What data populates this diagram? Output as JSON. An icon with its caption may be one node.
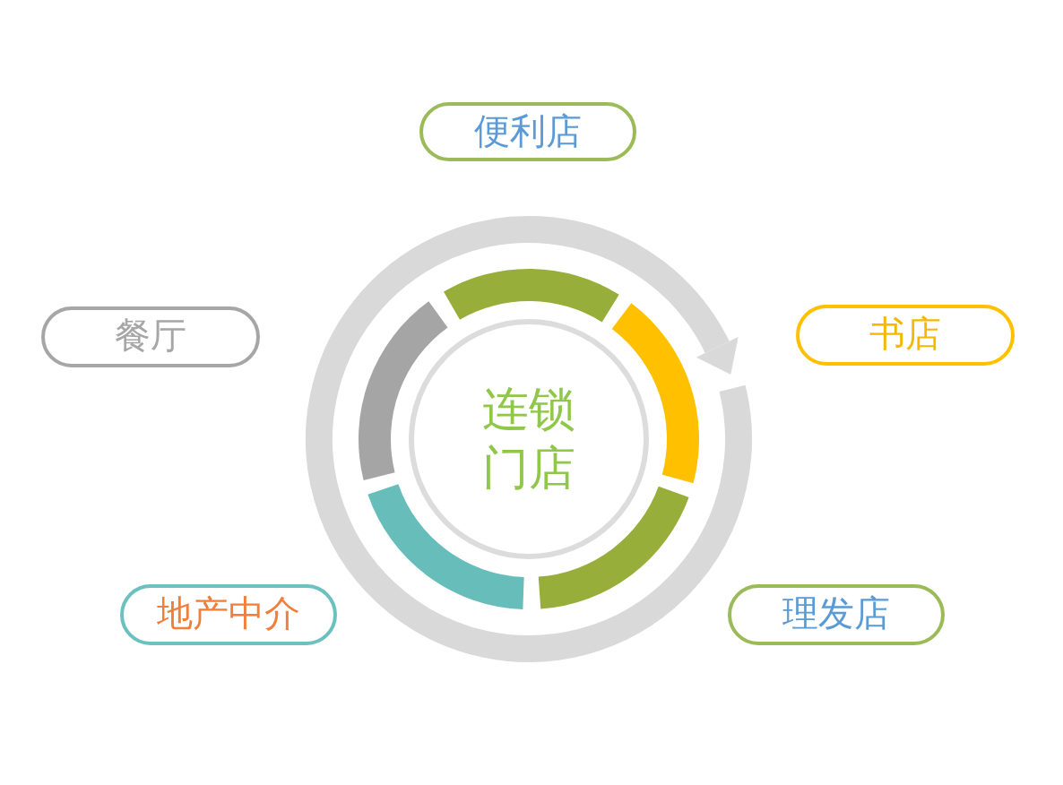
{
  "diagram": {
    "nodes": [
      {
        "text": [
          "便利店"
        ]
      },
      {
        "text": [
          "餐厅"
        ]
      },
      {
        "text": [
          "连锁门店"
        ]
      },
      {
        "text": [
          "书店"
        ]
      },
      {
        "text": [
          "地产中介"
        ]
      },
      {
        "text": [
          "理发店"
        ]
      },
      {
        "text": [],
        "shape": "arc"
      },
      {
        "text": [],
        "shape": "arc"
      },
      {
        "text": [],
        "shape": "arc"
      },
      {
        "text": [],
        "shape": "arc"
      },
      {
        "text": [],
        "shape": "arc"
      }
    ]
  }
}
